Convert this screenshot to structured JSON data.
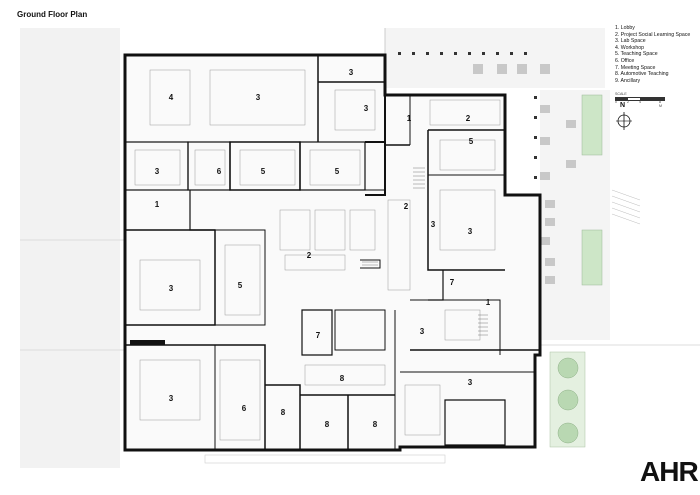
{
  "title": "Ground Floor Plan",
  "legend": [
    "1. Lobby",
    "2. Project Social Learning Space",
    "3. Lab Space",
    "4. Workshop",
    "5. Teaching Space",
    "6. Office",
    "7. Meeting Space",
    "8. Automotive Teaching",
    "9. Ancillary"
  ],
  "scale": {
    "label": "SCALE",
    "ticks": [
      "0",
      "2",
      "4",
      "8 M"
    ]
  },
  "north": "N",
  "logo": "AHR",
  "rooms": [
    {
      "id": "r1",
      "label": "3"
    },
    {
      "id": "r2",
      "label": "4"
    },
    {
      "id": "r3",
      "label": "3"
    },
    {
      "id": "r4",
      "label": "3"
    },
    {
      "id": "r5",
      "label": "1"
    },
    {
      "id": "r6",
      "label": "2"
    },
    {
      "id": "r7",
      "label": "5"
    },
    {
      "id": "r8",
      "label": "3"
    },
    {
      "id": "r9",
      "label": "6"
    },
    {
      "id": "r10",
      "label": "5"
    },
    {
      "id": "r11",
      "label": "5"
    },
    {
      "id": "r12",
      "label": "2"
    },
    {
      "id": "r13",
      "label": "3"
    },
    {
      "id": "r14",
      "label": "1"
    },
    {
      "id": "r15",
      "label": "2"
    },
    {
      "id": "r16",
      "label": "3"
    },
    {
      "id": "r17",
      "label": "5"
    },
    {
      "id": "r18",
      "label": "7"
    },
    {
      "id": "r19",
      "label": "1"
    },
    {
      "id": "r20",
      "label": "7"
    },
    {
      "id": "r21",
      "label": "3"
    },
    {
      "id": "r22",
      "label": "3"
    },
    {
      "id": "r23",
      "label": "8"
    },
    {
      "id": "r24",
      "label": "3"
    },
    {
      "id": "r25",
      "label": "6"
    },
    {
      "id": "r26",
      "label": "8"
    },
    {
      "id": "r27",
      "label": "8"
    },
    {
      "id": "r28",
      "label": "8"
    },
    {
      "id": "r29",
      "label": "3"
    }
  ]
}
